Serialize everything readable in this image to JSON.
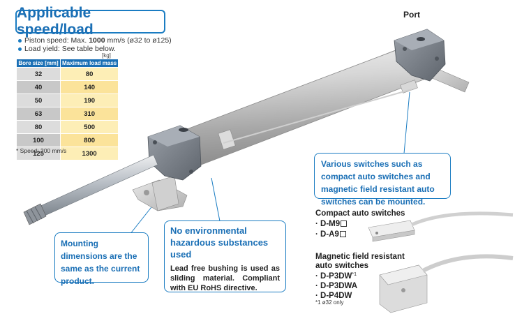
{
  "title": "Applicable speed/load",
  "spec": {
    "piston_speed_prefix": "Piston speed: Max. ",
    "piston_speed_value": "1000",
    "piston_speed_suffix": " mm/s (ø32 to ø125)",
    "load_yield": "Load yield: See table below."
  },
  "table": {
    "unit": "[kg]",
    "headers": [
      "Bore size [mm]",
      "Maximum load mass"
    ],
    "rows": [
      {
        "bore": "32",
        "mass": "80"
      },
      {
        "bore": "40",
        "mass": "140"
      },
      {
        "bore": "50",
        "mass": "190"
      },
      {
        "bore": "63",
        "mass": "310"
      },
      {
        "bore": "80",
        "mass": "500"
      },
      {
        "bore": "100",
        "mass": "800"
      },
      {
        "bore": "125",
        "mass": "1300"
      }
    ],
    "note": "* Speed: 200 mm/s"
  },
  "port_label": "Port",
  "callouts": {
    "switches": "Various switches such as compact auto switches and magnetic field resistant auto switches can be mounted.",
    "mounting": "Mounting dimensions are the same as the current product.",
    "rohs_heading": "No environmental hazardous substances used",
    "rohs_body": "Lead free bushing is used as sliding material. Compliant with EU RoHS directive."
  },
  "compact": {
    "heading": "Compact auto switches",
    "items": [
      "· D-M9",
      "· D-A9"
    ]
  },
  "magnetic": {
    "heading_line1": "Magnetic field resistant",
    "heading_line2": "auto switches",
    "items": [
      "· D-P3DW",
      "· D-P3DWA",
      "· D-P4DW"
    ],
    "sup": "*1",
    "note": "*1 ø32 only"
  },
  "colors": {
    "accent": "#1a7cc2",
    "table_header": "#1a6fb5",
    "bore_cell": "#dcdcdc",
    "mass_cell": "#fdeeb6"
  }
}
